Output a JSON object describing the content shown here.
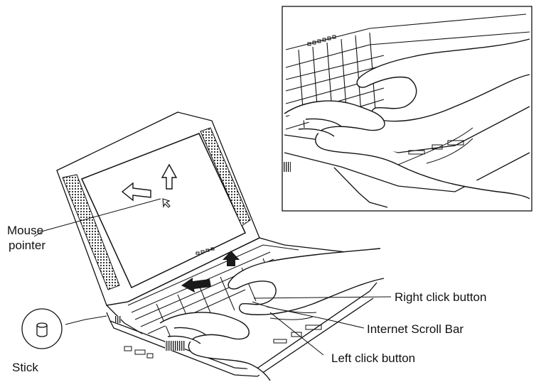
{
  "callouts": {
    "mouse_pointer_line1": "Mouse",
    "mouse_pointer_line2": "pointer",
    "right_click_button": "Right click button",
    "internet_scroll_bar": "Internet Scroll Bar",
    "left_click_button": "Left click button",
    "stick": "Stick"
  },
  "colors": {
    "ink": "#111111",
    "arrow_fill": "#1a1a1a",
    "background": "#ffffff"
  }
}
